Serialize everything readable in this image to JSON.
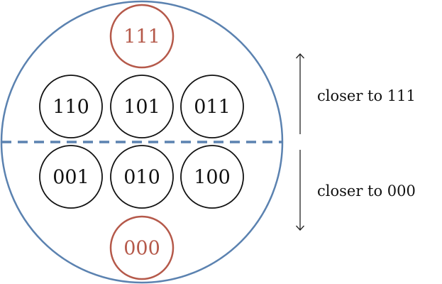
{
  "colors": {
    "outer_circle": "#5b82b0",
    "divider": "#5b82b0",
    "highlight": "#b5594a",
    "node_stroke": "#111111",
    "arrow": "#222222"
  },
  "top_node": {
    "label": "111"
  },
  "bottom_node": {
    "label": "000"
  },
  "upper_row": [
    {
      "label": "110"
    },
    {
      "label": "101"
    },
    {
      "label": "011"
    }
  ],
  "lower_row": [
    {
      "label": "001"
    },
    {
      "label": "010"
    },
    {
      "label": "100"
    }
  ],
  "annotations": {
    "up": "closer to 111",
    "down": "closer to 000"
  }
}
